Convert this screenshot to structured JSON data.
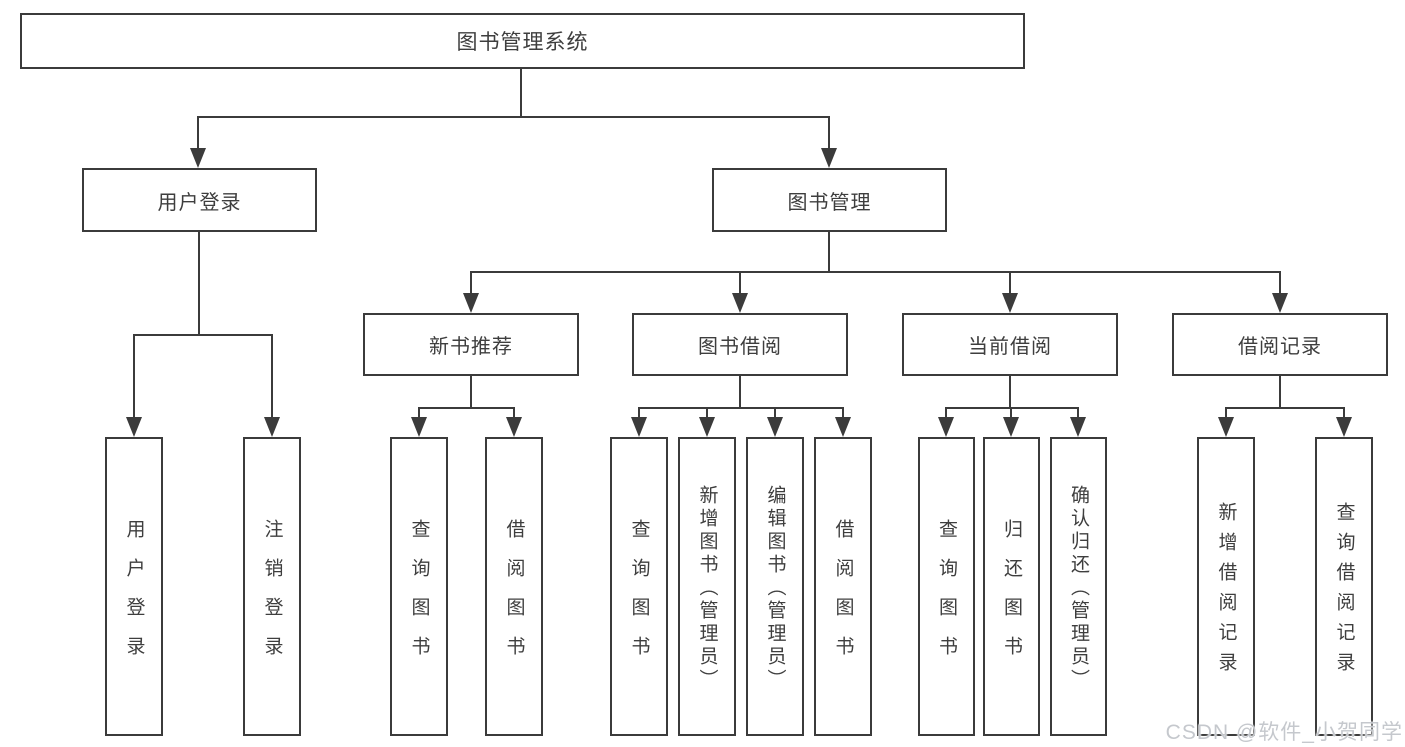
{
  "title": {
    "label": "图书管理系统"
  },
  "level2": {
    "user_login": "用户登录",
    "book_mgmt": "图书管理"
  },
  "level3": {
    "new_book_recommend": "新书推荐",
    "book_borrow": "图书借阅",
    "current_borrow": "当前借阅",
    "borrow_records": "借阅记录"
  },
  "leaves": {
    "user_login": [
      "用户登录",
      "注销登录"
    ],
    "new_book_recommend": [
      "查询图书",
      "借阅图书"
    ],
    "book_borrow": [
      "查询图书",
      "新增图书（管理员）",
      "编辑图书（管理员）",
      "借阅图书"
    ],
    "current_borrow": [
      "查询图书",
      "归还图书",
      "确认归还（管理员）"
    ],
    "borrow_records": [
      "新增借阅记录",
      "查询借阅记录"
    ]
  },
  "watermark": "CSDN @软件_小贺同学",
  "colors": {
    "line": "#3b3b3b",
    "text": "#3e3e3e",
    "watermark": "#c5c8cd",
    "background": "#ffffff"
  }
}
